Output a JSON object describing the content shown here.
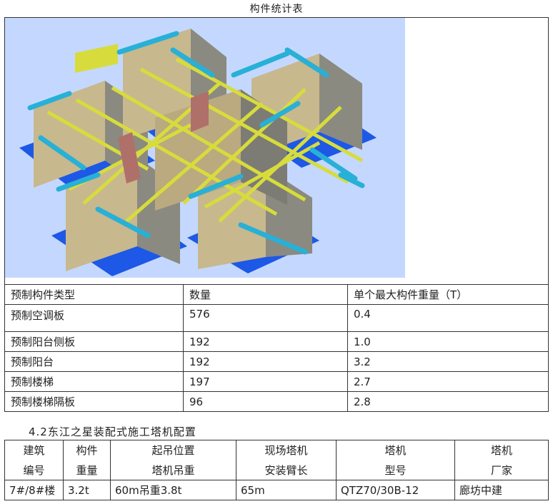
{
  "caption": "构件统计表",
  "components_table": {
    "headers": [
      "预制构件类型",
      "数量",
      "单个最大构件重量（T）"
    ],
    "rows": [
      [
        "预制空调板",
        "576",
        "0.4"
      ],
      [
        "预制阳台侧板",
        "192",
        "1.0"
      ],
      [
        "预制阳台",
        "192",
        "3.2"
      ],
      [
        "预制楼梯",
        "197",
        "2.7"
      ],
      [
        "预制楼梯隔板",
        "96",
        "2.8"
      ]
    ]
  },
  "section_heading": "4.2东江之星装配式施工塔机配置",
  "crane_table": {
    "headers_line1": [
      "建筑",
      "构件",
      "起吊位置",
      "现场塔机",
      "塔机",
      "塔机"
    ],
    "headers_line2": [
      "编号",
      "重量",
      "塔机吊重",
      "安装臂长",
      "型号",
      "厂家"
    ],
    "row": [
      "7#/8#楼",
      "3.2t",
      "60m吊重3.8t",
      "65m",
      "QTZ70/30B-12",
      "廊坊中建"
    ]
  },
  "colors": {
    "model_background": "#c4d8ff",
    "base_slab": "#1d58e6",
    "beam": "#d7dc3c",
    "edge_member": "#28b0d6",
    "wall_face": "#c8b88e",
    "wall_side": "#8a8a80",
    "highlight_beam": "#b0706a"
  }
}
